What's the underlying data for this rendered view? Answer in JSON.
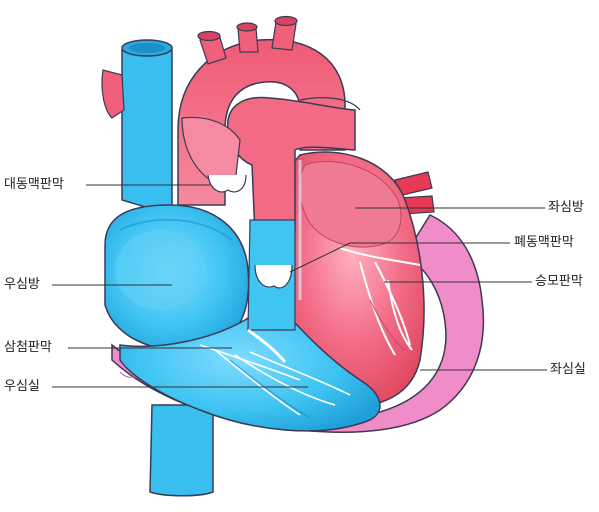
{
  "labels": {
    "aortic_valve": "대동맥판막",
    "right_atrium": "우심방",
    "tricuspid_valve": "삼첨판막",
    "right_ventricle": "우심실",
    "left_atrium": "좌심방",
    "pulmonary_valve": "폐동맥판막",
    "mitral_valve": "승모판막",
    "left_ventricle": "좌심실"
  },
  "colors": {
    "deoxygenated": "#34bff0",
    "oxygenated": "#f0607a",
    "myocardium": "#f08cc8",
    "outline": "#3a3a55"
  }
}
